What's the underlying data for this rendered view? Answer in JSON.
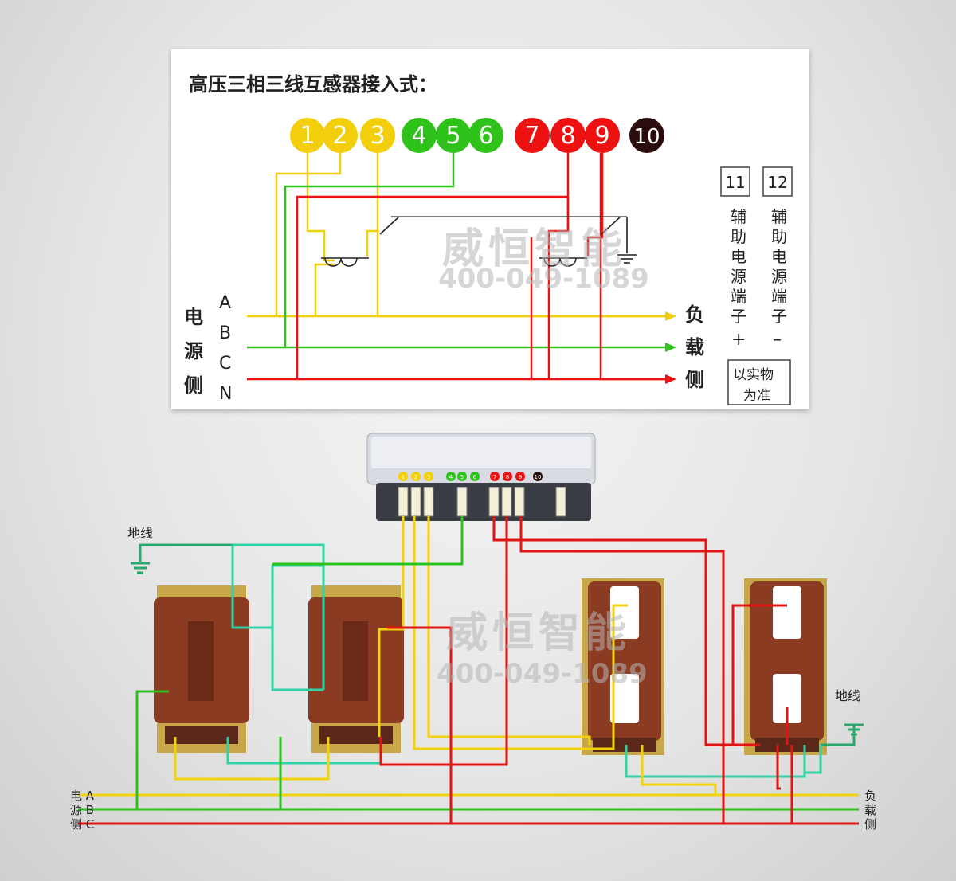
{
  "title": "高压三相三线互感器接入式：",
  "terminals": [
    {
      "n": "1",
      "color": "#f2cf0a"
    },
    {
      "n": "2",
      "color": "#f2cf0a"
    },
    {
      "n": "3",
      "color": "#f2cf0a"
    },
    {
      "n": "4",
      "color": "#2ec21b"
    },
    {
      "n": "5",
      "color": "#2ec21b"
    },
    {
      "n": "6",
      "color": "#2ec21b"
    },
    {
      "n": "7",
      "color": "#ee1111"
    },
    {
      "n": "8",
      "color": "#ee1111"
    },
    {
      "n": "9",
      "color": "#ee1111"
    },
    {
      "n": "10",
      "color": "#2a0c0c"
    }
  ],
  "aux": {
    "box11": "11",
    "box12": "12",
    "text11": "辅助电源端子",
    "text12": "辅助电源端子",
    "plus": "+",
    "minus": "–",
    "note_line1": "以实物",
    "note_line2": "为准"
  },
  "phases": [
    "A",
    "B",
    "C",
    "N"
  ],
  "source_side": [
    "电",
    "源",
    "侧"
  ],
  "load_side": [
    "负",
    "载",
    "侧"
  ],
  "watermark": {
    "brand": "威恒智能",
    "phone": "400-049-1089"
  },
  "meter_terminals": [
    "1",
    "2",
    "3",
    "4",
    "5",
    "6",
    "7",
    "8",
    "9",
    "10"
  ],
  "bottom": {
    "ground_left": "地线",
    "ground_right": "地线",
    "src_labels": [
      "电",
      "源",
      "侧"
    ],
    "phase_labels": [
      "A",
      "B",
      "C"
    ],
    "load_labels": [
      "负",
      "载",
      "侧"
    ]
  },
  "colors": {
    "yellow": "#f2d10f",
    "green": "#2bc21e",
    "red": "#e11414",
    "teal": "#2fd3a5",
    "brown": "#8b3b22",
    "gnd": "#2aa86e"
  }
}
